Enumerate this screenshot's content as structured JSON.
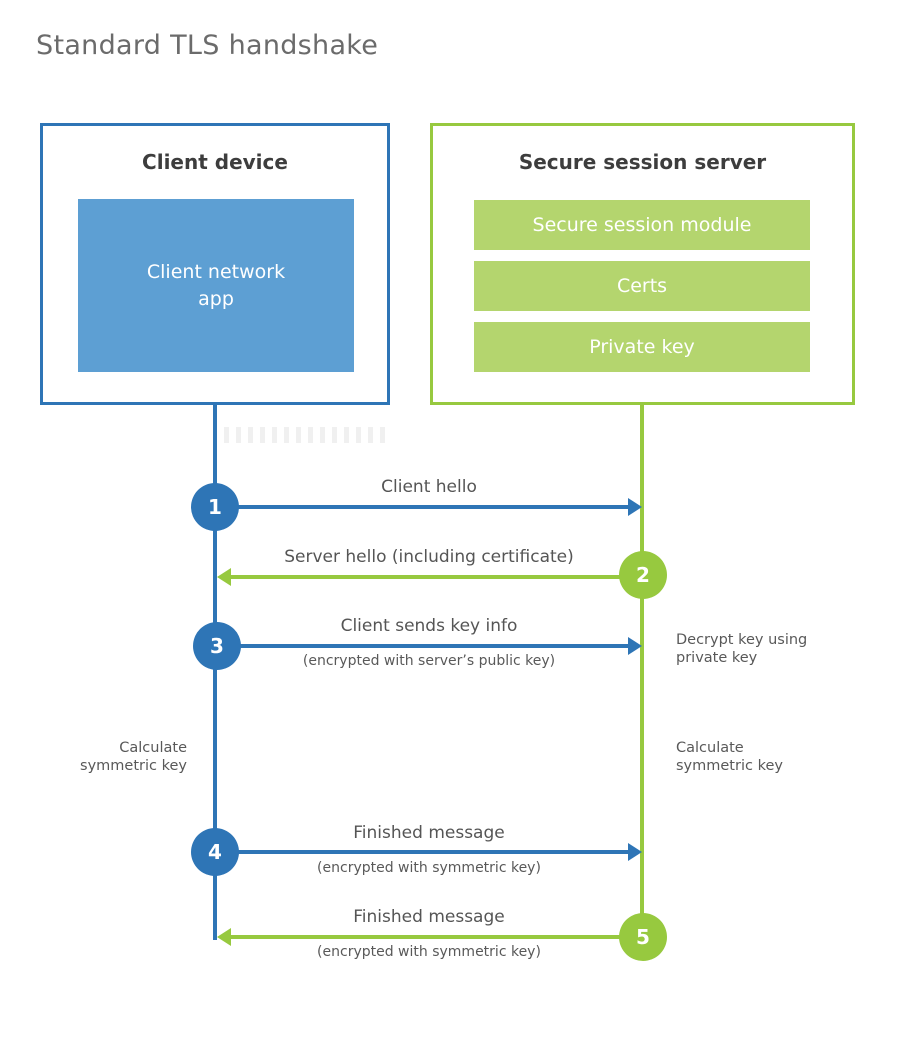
{
  "title": "Standard TLS handshake",
  "colors": {
    "blue": "#2e75b6",
    "blue_fill": "#5d9fd3",
    "green": "#97c93f",
    "green_fill": "#b4d56e"
  },
  "client": {
    "title": "Client device",
    "app_label": "Client network\napp"
  },
  "server": {
    "title": "Secure session server",
    "modules": [
      {
        "label": "Secure session module"
      },
      {
        "label": "Certs"
      },
      {
        "label": "Private key"
      }
    ]
  },
  "steps": [
    {
      "num": "1",
      "label": "Client hello"
    },
    {
      "num": "2",
      "label": "Server hello (including certificate)"
    },
    {
      "num": "3",
      "label": "Client sends key info",
      "sub": "(encrypted with server’s public key)"
    },
    {
      "num": "4",
      "label": "Finished message",
      "sub": "(encrypted with symmetric key)"
    },
    {
      "num": "5",
      "label": "Finished message",
      "sub": "(encrypted with symmetric key)"
    }
  ],
  "notes": {
    "decrypt": "Decrypt key using\nprivate key",
    "calc_left": "Calculate\nsymmetric key",
    "calc_right": "Calculate\nsymmetric key"
  }
}
